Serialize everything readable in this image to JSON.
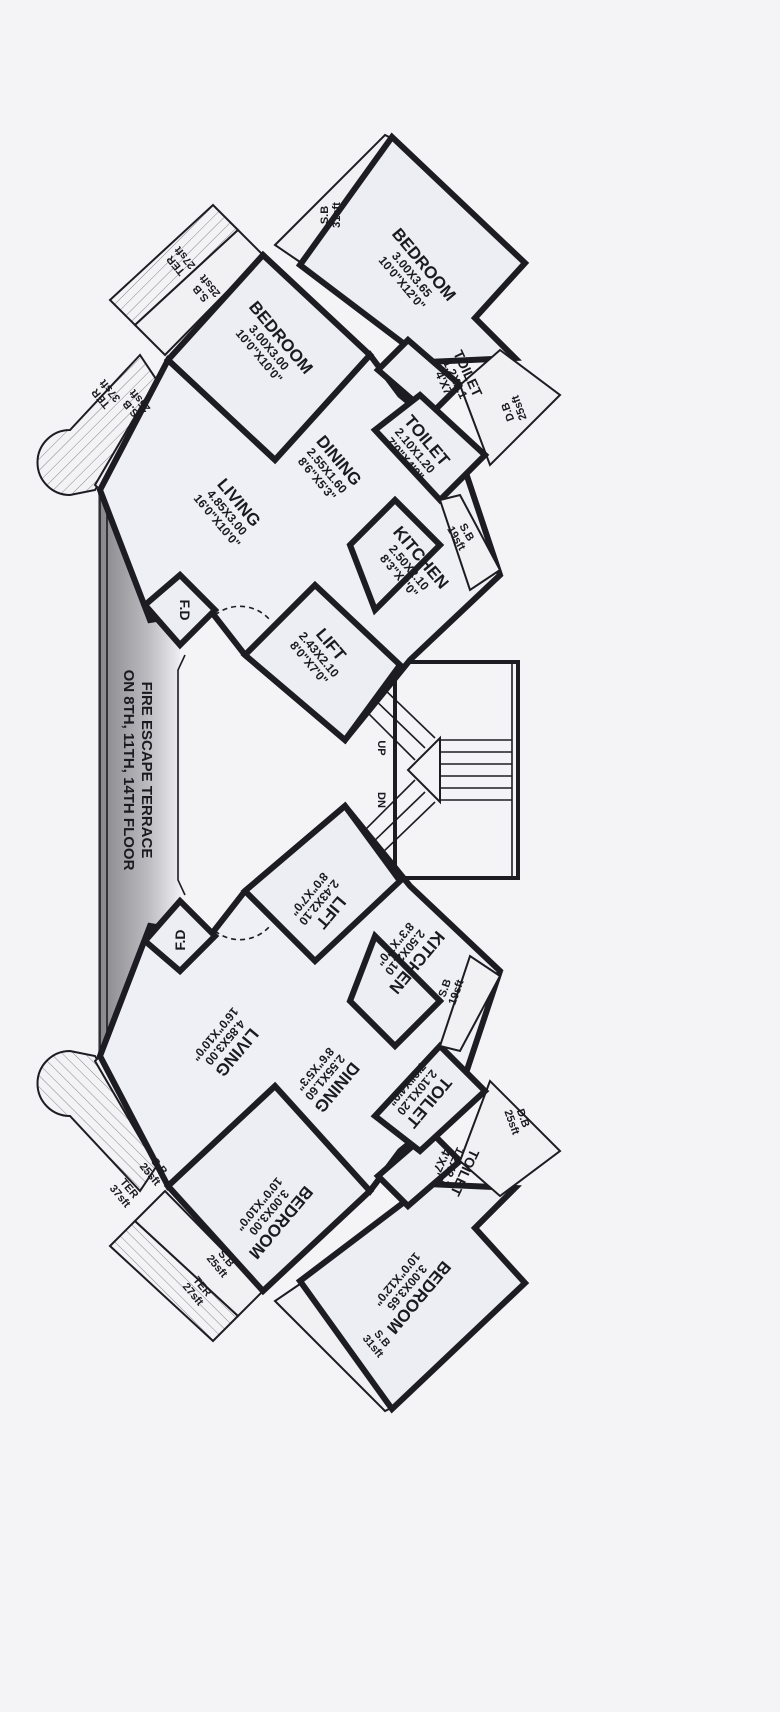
{
  "terrace_note": [
    "FIRE ESCAPE TERRACE",
    "ON 8TH, 11TH, 14TH FLOOR"
  ],
  "stairs": {
    "up": "UP",
    "down": "DN"
  },
  "units": {
    "top": {
      "bedroom_large": {
        "name": "BEDROOM",
        "metric": "3.00X3.65",
        "imperial": "10'0\"X12'0\""
      },
      "bedroom_small": {
        "name": "BEDROOM",
        "metric": "3.00X3.00",
        "imperial": "10'0\"X10'0\""
      },
      "living": {
        "name": "LIVING",
        "metric": "4.85X3.00",
        "imperial": "16'0\"X10'0\""
      },
      "dining": {
        "name": "DINING",
        "metric": "2.55X1.60",
        "imperial": "8'6\"X5'3\""
      },
      "kitchen": {
        "name": "KITCHEN",
        "metric": "2.50X2.10",
        "imperial": "8'3\"X7'0\""
      },
      "toilet_large": {
        "name": "TOILET",
        "metric": "2.10X1.20",
        "imperial": "7'0\"X4'0\""
      },
      "toilet_small": {
        "name": "TOILET",
        "metric": "1.2X2.1",
        "imperial": "4'X7'"
      },
      "lift": {
        "name": "LIFT",
        "metric": "2.43X2.10",
        "imperial": "8'0\"X7'0\""
      },
      "fd": "F.D",
      "sb_31": {
        "name": "S.B",
        "area": "31sft"
      },
      "sb_25a": {
        "name": "S.B",
        "area": "25sft"
      },
      "ter_27": {
        "name": "TER",
        "area": "27sft"
      },
      "sb_25b": {
        "name": "S.B",
        "area": "25sft"
      },
      "ter_37": {
        "name": "TER",
        "area": "37sft"
      },
      "db_25": {
        "name": "D.B",
        "area": "25sft"
      },
      "sb_19": {
        "name": "S.B",
        "area": "19sft"
      }
    },
    "bottom": {
      "bedroom_large": {
        "name": "BEDROOM",
        "metric": "3.00X3.65",
        "imperial": "10'0\"X12'0\""
      },
      "bedroom_small": {
        "name": "BEDROOM",
        "metric": "3.00X3.00",
        "imperial": "10'0\"X10'0\""
      },
      "living": {
        "name": "LIVING",
        "metric": "4.85X3.00",
        "imperial": "16'0\"X10'0\""
      },
      "dining": {
        "name": "DINING",
        "metric": "2.55X1.60",
        "imperial": "8'6\"X5'3\""
      },
      "kitchen": {
        "name": "KITCHEN",
        "metric": "2.50X2.10",
        "imperial": "8'3\"X7'0\""
      },
      "toilet_large": {
        "name": "TOILET",
        "metric": "2.10X1.20",
        "imperial": "7'0\"X4'0\""
      },
      "toilet_small": {
        "name": "TOILET",
        "metric": "1.2X2.1",
        "imperial": "4'X7'"
      },
      "lift": {
        "name": "LIFT",
        "metric": "2.43X2.10",
        "imperial": "8'0\"X7'0\""
      },
      "fd": "F.D",
      "sb_31": {
        "name": "S.B",
        "area": "31sft"
      },
      "sb_25a": {
        "name": "S.B",
        "area": "25sft"
      },
      "ter_27": {
        "name": "TER",
        "area": "27sft"
      },
      "sb_25b": {
        "name": "S.B",
        "area": "25sft"
      },
      "ter_37": {
        "name": "TER",
        "area": "37sft"
      },
      "db_25": {
        "name": "D.B",
        "area": "25sft"
      },
      "sb_19": {
        "name": "S.B",
        "area": "19sft"
      }
    }
  }
}
